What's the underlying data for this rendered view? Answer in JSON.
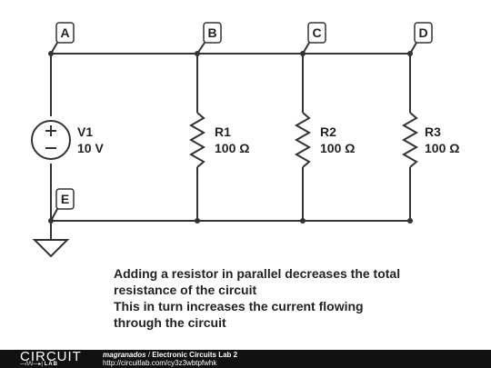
{
  "circuit": {
    "node_labels": {
      "a": "A",
      "b": "B",
      "c": "C",
      "d": "D",
      "e": "E"
    },
    "source": {
      "name": "V1",
      "value": "10 V"
    },
    "resistors": [
      {
        "name": "R1",
        "value": "100 Ω"
      },
      {
        "name": "R2",
        "value": "100 Ω"
      },
      {
        "name": "R3",
        "value": "100 Ω"
      }
    ]
  },
  "note": {
    "lines": [
      "Adding a resistor in parallel decreases the total",
      "resistance of the circuit",
      "This in turn increases the current flowing",
      "through the circuit"
    ]
  },
  "footer": {
    "logo_top": "CIRCUIT",
    "logo_bottom": "LAB",
    "author": "magranados",
    "separator": "/",
    "title": "Electronic Circuits Lab 2",
    "url": "http://circuitlab.com/cy3z3wbtpfwhk"
  }
}
